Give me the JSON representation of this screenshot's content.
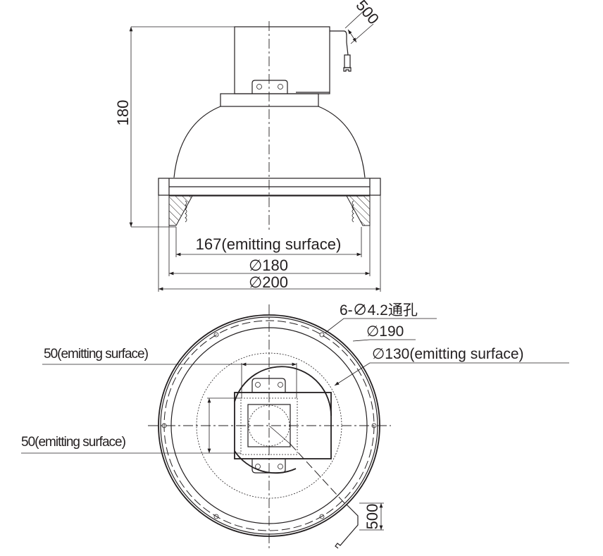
{
  "side_view": {
    "height_dim": "180",
    "cable_dim": "500",
    "emitting_dim": "167(emitting surface)",
    "inner_dia_dim": "∅180",
    "outer_dia_dim": "∅200"
  },
  "bottom_view": {
    "holes_label": "6-∅4.2通孔",
    "bolt_circle_label": "∅190",
    "emitting_dia_label": "∅130(emitting surface)",
    "emitting_width_label": "50(emitting surface)",
    "emitting_height_label": "50(emitting surface)",
    "cable_dim": "500"
  },
  "colors": {
    "line": "#231f20",
    "background": "#ffffff"
  }
}
